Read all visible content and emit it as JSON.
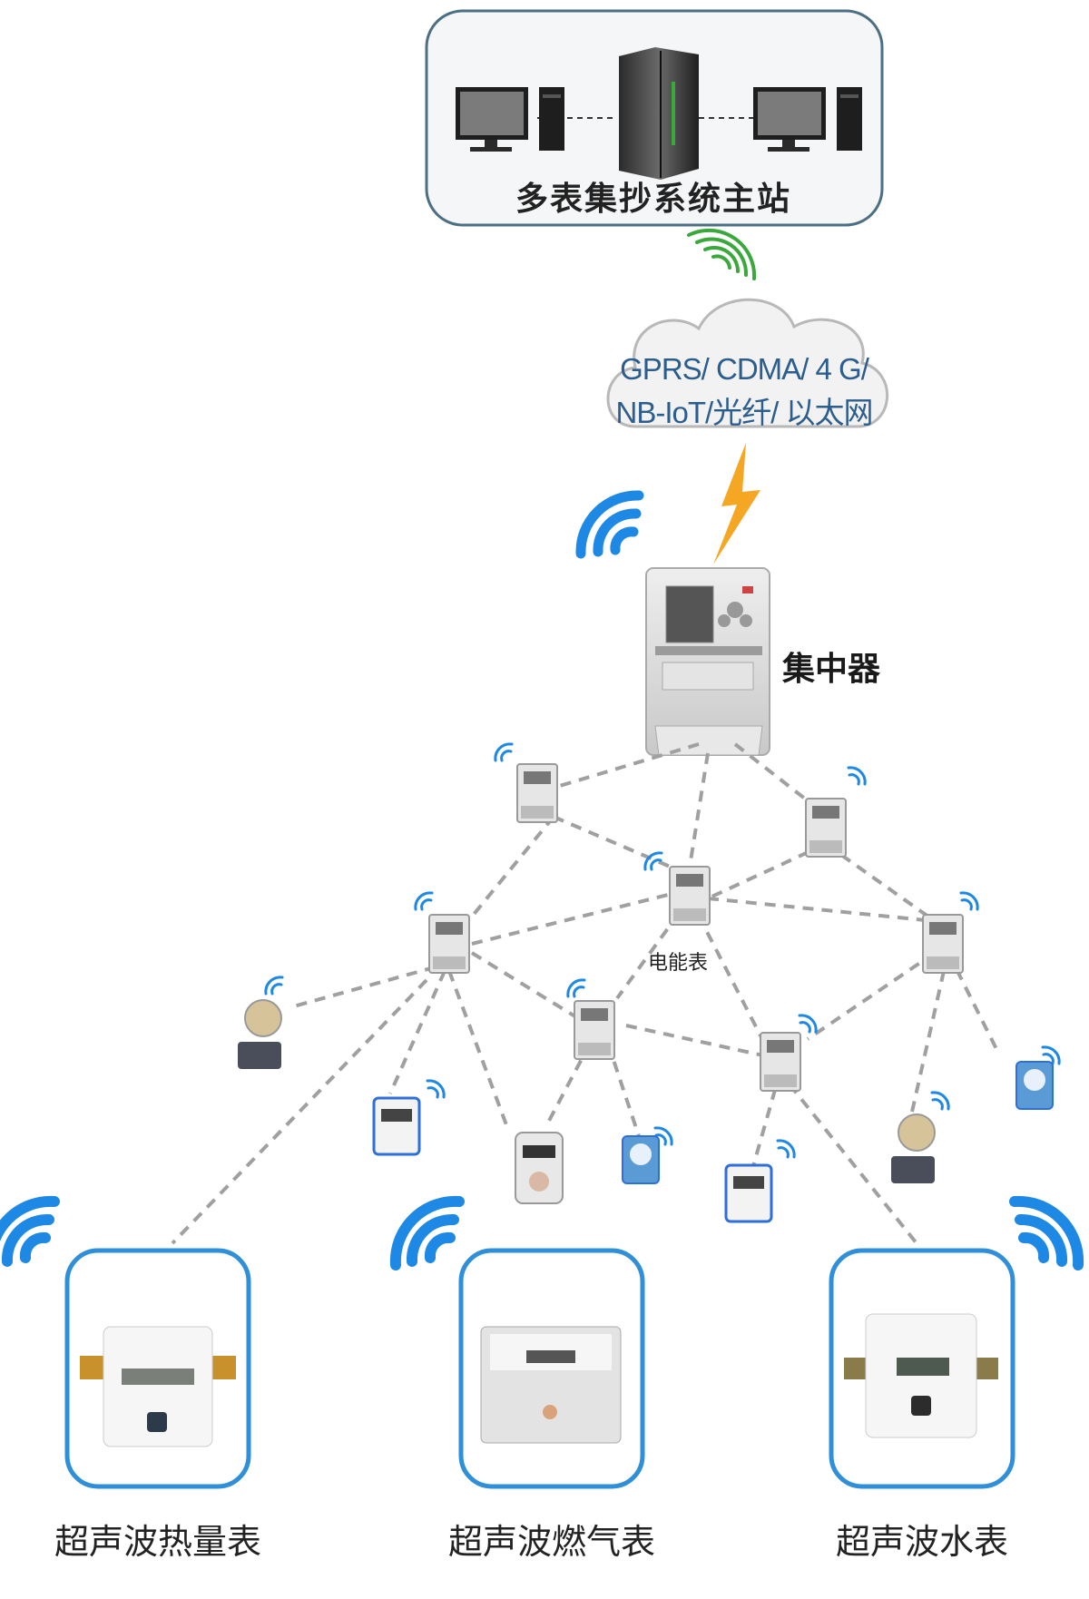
{
  "master_station": {
    "title": "多表集抄系统主站"
  },
  "network": {
    "line1": "GPRS/ CDMA/ 4 G/",
    "line2": "NB-IoT/光纤/ 以太网"
  },
  "concentrator": {
    "label": "集中器"
  },
  "electric_meter": {
    "label": "电能表"
  },
  "bottom_meters": [
    {
      "label": "超声波热量表"
    },
    {
      "label": "超声波燃气表"
    },
    {
      "label": "超声波水表"
    }
  ],
  "colors": {
    "signal_blue": "#1e88e5",
    "signal_green": "#3aa83a",
    "lightning": "#f5a623",
    "frame_blue": "#2f8fd8",
    "dash": "#9a9a9a"
  }
}
